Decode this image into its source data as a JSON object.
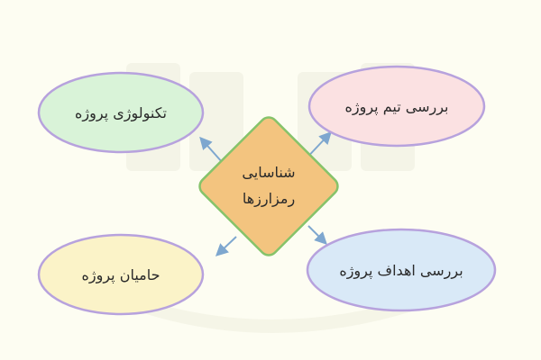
{
  "diagram": {
    "center": {
      "lines": [
        "شناسایی",
        "رمزارزها"
      ],
      "fill": "#f3c47f",
      "stroke": "#86c36a"
    },
    "nodes": {
      "tech": {
        "label": "تکنولوژی پروژه",
        "fill": "#d9f3d8",
        "stroke": "#b7a2dd"
      },
      "team": {
        "label": "بررسی تیم پروژه",
        "fill": "#fbe1e2",
        "stroke": "#b7a2dd"
      },
      "sponsors": {
        "label": "حامیان پروژه",
        "fill": "#fbf3c8",
        "stroke": "#b7a2dd"
      },
      "goals": {
        "label": "بررسی اهداف پروژه",
        "fill": "#d9e9f7",
        "stroke": "#b7a2dd"
      }
    },
    "arrow_color": "#7ea7cf"
  }
}
